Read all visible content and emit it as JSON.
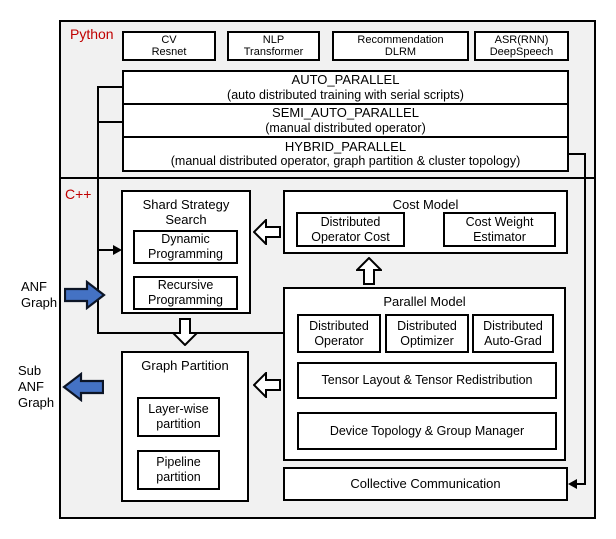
{
  "diagram": {
    "sections": [
      {
        "label": "Python"
      },
      {
        "label": "C++"
      }
    ],
    "python": {
      "apps": [
        {
          "line1": "CV",
          "line2": "Resnet"
        },
        {
          "line1": "NLP",
          "line2": "Transformer"
        },
        {
          "line1": "Recommendation",
          "line2": "DLRM"
        },
        {
          "line1": "ASR(RNN)",
          "line2": "DeepSpeech"
        }
      ],
      "modes": [
        {
          "name": "AUTO_PARALLEL",
          "desc": "(auto distributed training with serial scripts)"
        },
        {
          "name": "SEMI_AUTO_PARALLEL",
          "desc": "(manual distributed operator)"
        },
        {
          "name": "HYBRID_PARALLEL",
          "desc": "(manual distributed operator, graph partition & cluster topology)"
        }
      ]
    },
    "cpp": {
      "shard": {
        "title": "Shard Strategy Search",
        "items": [
          "Dynamic Programming",
          "Recursive Programming"
        ]
      },
      "cost": {
        "title": "Cost Model",
        "items": [
          "Distributed Operator Cost",
          "Cost Weight Estimator"
        ]
      },
      "parallel": {
        "title": "Parallel Model",
        "row": [
          "Distributed Operator",
          "Distributed Optimizer",
          "Distributed Auto-Grad"
        ],
        "wide": [
          "Tensor Layout & Tensor Redistribution",
          "Device Topology & Group Manager"
        ]
      },
      "graph": {
        "title": "Graph Partition",
        "items": [
          "Layer-wise partition",
          "Pipeline partition"
        ]
      },
      "collective": "Collective Communication"
    },
    "io": {
      "input": {
        "lines": [
          "ANF",
          "Graph"
        ]
      },
      "output": {
        "lines": [
          "Sub",
          "ANF",
          "Graph"
        ]
      }
    },
    "colors": {
      "flow_arrow_fill": "#4472c4",
      "section_label": "#c00000",
      "section_bg": "#f1f1f1"
    }
  }
}
